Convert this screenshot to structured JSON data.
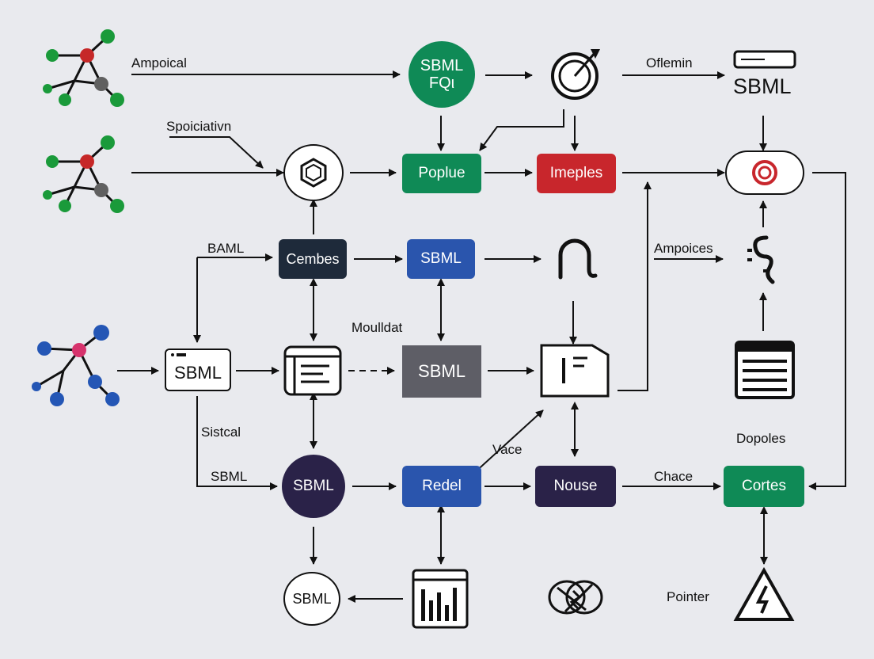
{
  "colors": {
    "background": "#e9eaee",
    "green": "#0f8a56",
    "red": "#c8262c",
    "navy": "#1e2a3a",
    "blue": "#2a55ad",
    "gray": "#5e5e66",
    "dark_purple": "#2a2248",
    "line": "#111111"
  },
  "nodes": {
    "sbml_fqi": "SBML\nFQι",
    "sbml_header": "SBML",
    "poplue": "Poplue",
    "imeples": "Imeples",
    "cembes": "Cembes",
    "sbml_blue": "SBML",
    "sbml_window": "SBML",
    "sbml_gray": "SBML",
    "sbml_dark_circle": "SBML",
    "redel": "Redel",
    "nouse": "Nouse",
    "cortes": "Cortes",
    "sbml_bottom_circle": "SBML"
  },
  "labels": {
    "ampoical": "Ampoical",
    "ofleminn": "Oflemin",
    "spoiciativn": "Spoiciativn",
    "baml": "BAML",
    "moulldat": "Moulldat",
    "ampoices": "Ampoices",
    "sistcal": "Sistcal",
    "sbml_edge": "SBML",
    "vace": "Vace",
    "chace": "Chace",
    "dopoles": "Dopoles",
    "pointer": "Pointer"
  },
  "icons": [
    "molecule-icon",
    "target-icon",
    "hexagon-icon",
    "record-icon",
    "arch-icon",
    "squiggle-icon",
    "list-window-icon",
    "document-icon",
    "list-box-icon",
    "bar-window-icon",
    "tangled-icon",
    "warning-icon",
    "server-icon"
  ]
}
